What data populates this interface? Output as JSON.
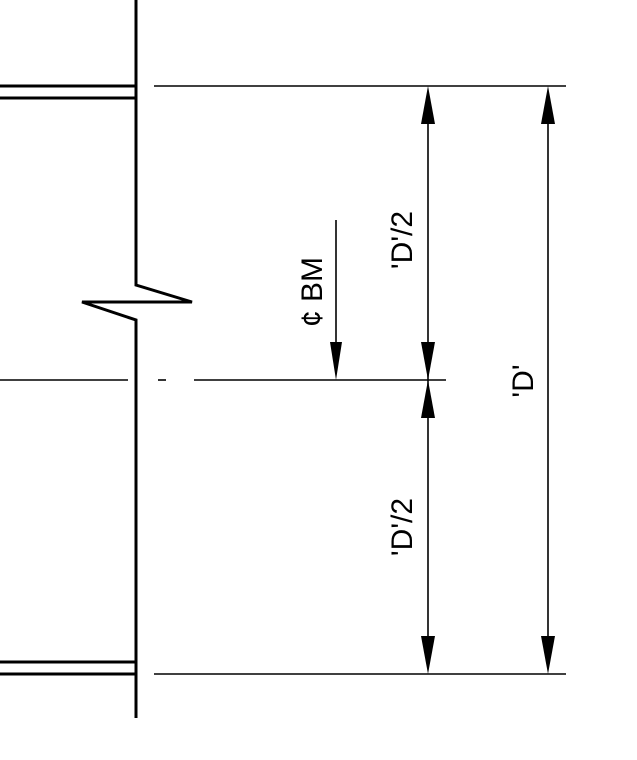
{
  "labels": {
    "centerline": "¢ BM",
    "half_depth_top": "'D'/2",
    "half_depth_bottom": "'D'/2",
    "full_depth": "'D'"
  },
  "colors": {
    "line": "#000000",
    "background": "#ffffff"
  }
}
